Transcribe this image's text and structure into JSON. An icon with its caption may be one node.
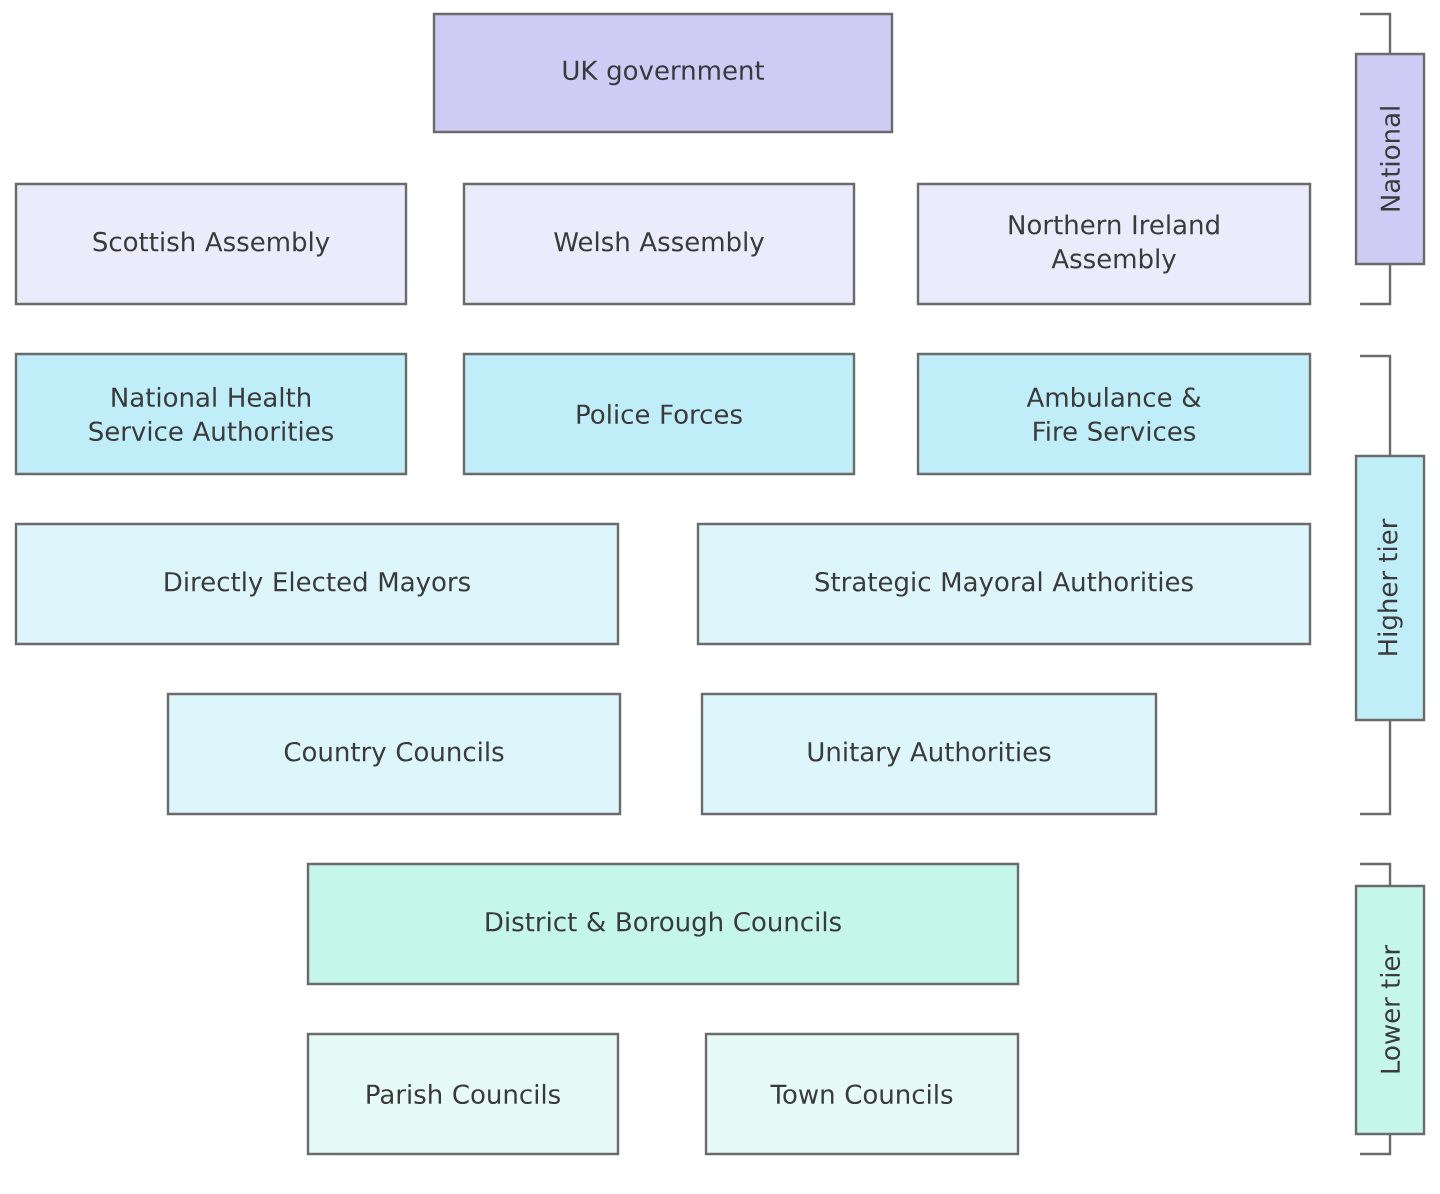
{
  "diagram": {
    "nodes": [
      {
        "text": [
          "UK government"
        ]
      },
      {
        "text": [
          "Scottish Assembly"
        ]
      },
      {
        "text": [
          "Welsh Assembly"
        ]
      },
      {
        "text": [
          "Northern Ireland Assembly"
        ]
      },
      {
        "text": [
          "National Health Service Authorities"
        ]
      },
      {
        "text": [
          "Police Forces"
        ]
      },
      {
        "text": [
          "Ambulance & Fire Services"
        ]
      },
      {
        "text": [
          "Directly Elected Mayors"
        ]
      },
      {
        "text": [
          "Strategic Mayoral Authorities"
        ]
      },
      {
        "text": [
          "Country Councils"
        ]
      },
      {
        "text": [
          "Unitary Authorities"
        ]
      },
      {
        "text": [
          "District & Borough Councils"
        ]
      },
      {
        "text": [
          "Parish Councils"
        ]
      },
      {
        "text": [
          "Town Councils"
        ]
      },
      {
        "text": [
          "National"
        ]
      },
      {
        "text": [
          "Higher tier"
        ]
      },
      {
        "text": [
          "Lower tier"
        ]
      }
    ]
  }
}
